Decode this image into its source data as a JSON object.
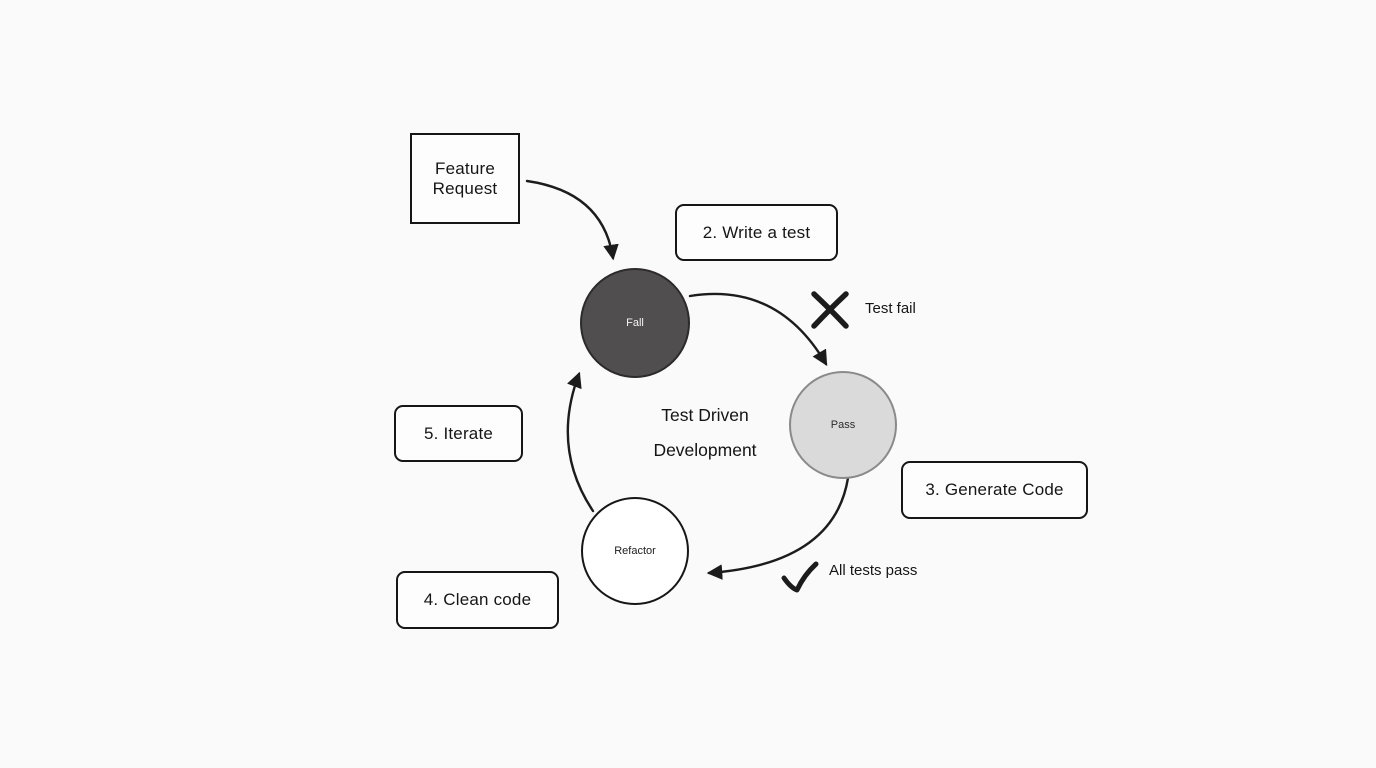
{
  "diagram": {
    "center_title": {
      "line1": "Test Driven",
      "line2": "Development"
    },
    "feature_request": {
      "line1": "Feature",
      "line2": "Request"
    },
    "steps": {
      "write_test": "2. Write a test",
      "generate_code": "3. Generate Code",
      "clean_code": "4. Clean code",
      "iterate": "5. Iterate"
    },
    "nodes": {
      "fail": "Fall",
      "pass": "Pass",
      "refactor": "Refactor"
    },
    "annotations": {
      "test_fail": "Test fail",
      "all_tests_pass": "All tests pass"
    },
    "colors": {
      "line": "#1c1c1c",
      "fail_fill": "#504e4e",
      "pass_fill": "#dadada",
      "refactor_fill": "#ffffff",
      "background": "#fbfafa"
    }
  }
}
